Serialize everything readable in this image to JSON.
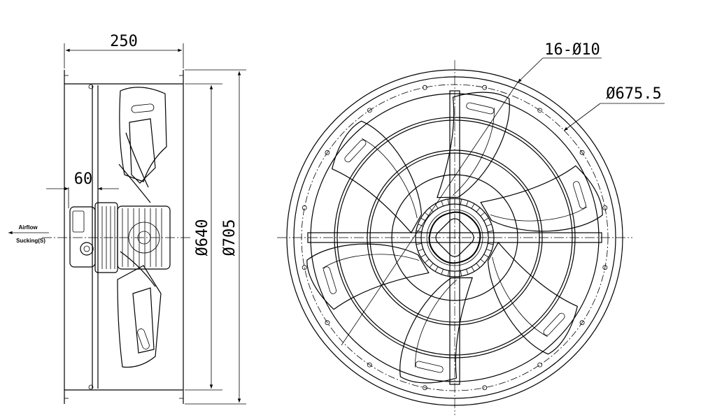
{
  "side_view": {
    "depth_label": "250",
    "offset_label": "60",
    "diameter_inner_label": "Ø640",
    "diameter_outer_label": "Ø705",
    "airflow_label": "Airflow",
    "airflow_direction_label": "Sucking(S)"
  },
  "front_view": {
    "holes_label": "16-Ø10",
    "bolt_circle_label": "Ø675.5"
  },
  "colors": {
    "line": "#000000",
    "background": "#ffffff"
  }
}
